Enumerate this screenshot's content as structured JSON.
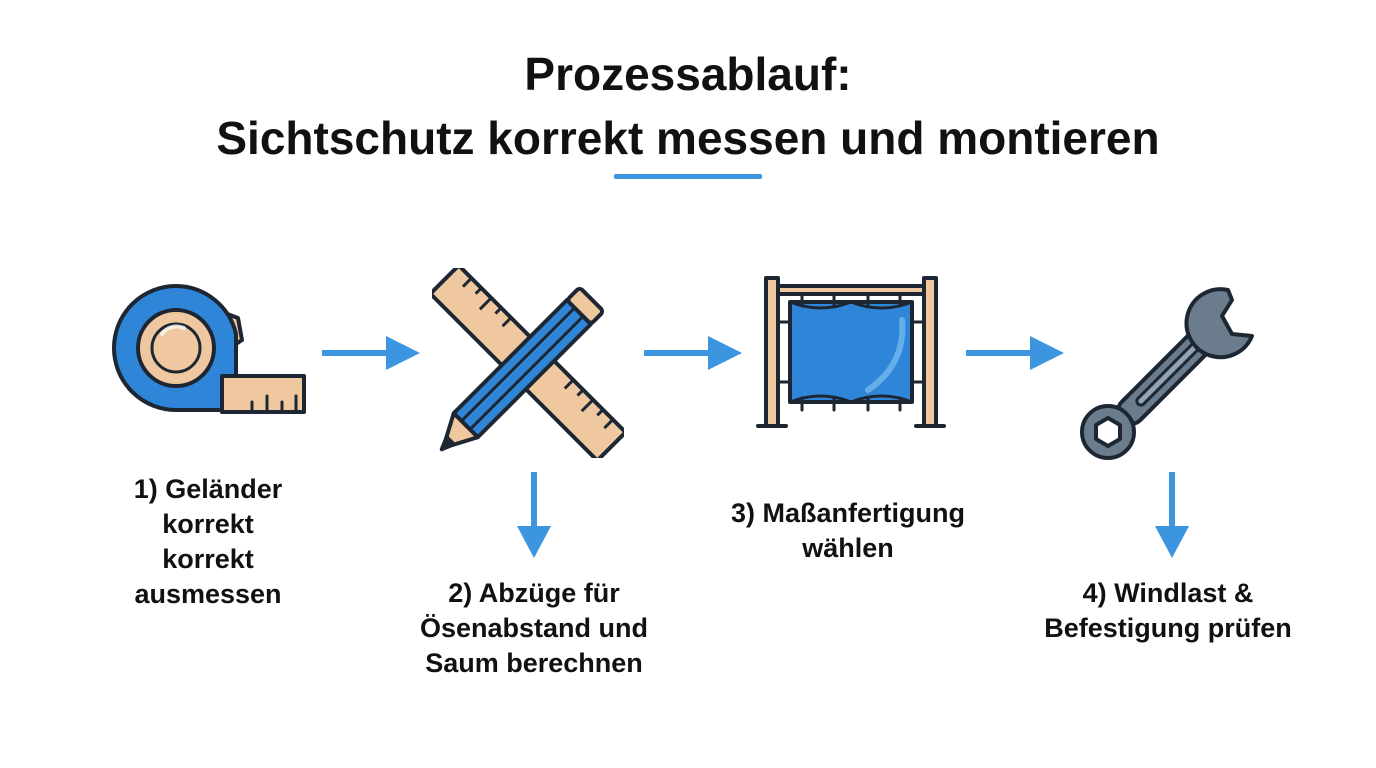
{
  "title": {
    "line1": "Prozessablauf:",
    "line2": "Sichtschutz korrekt messen und montieren"
  },
  "colors": {
    "accent_blue": "#3b95df",
    "icon_blue": "#2f86d8",
    "outline": "#1d2733",
    "wood": "#f0c8a0",
    "steel": "#6b7d8c",
    "text": "#111111"
  },
  "steps": [
    {
      "icon": "measuring-tape-icon",
      "lines": [
        "1) Geländer",
        "korrekt",
        "korrekt",
        "ausmessen"
      ]
    },
    {
      "icon": "ruler-pencil-icon",
      "lines": [
        "2) Abzüge für",
        "Ösenabstand und",
        "Saum berechnen"
      ]
    },
    {
      "icon": "privacy-screen-banner-icon",
      "lines": [
        "3) Maßanfertigung",
        "wählen"
      ]
    },
    {
      "icon": "wrench-icon",
      "lines": [
        "4) Windlast &",
        "Befestigung prüfen"
      ]
    }
  ]
}
